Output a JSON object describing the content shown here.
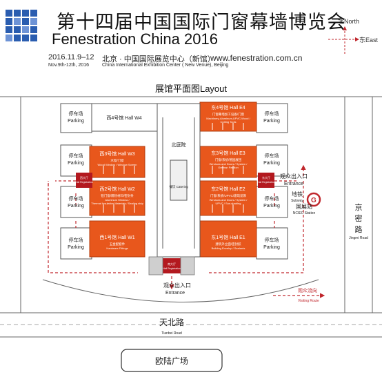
{
  "header": {
    "title_cn": "第十四届中国国际门窗幕墙博览会",
    "title_en": "Fenestration China 2016",
    "date_cn": "2016.11.9–12",
    "date_en": "Nov.9th-12th, 2016",
    "venue_cn": "北京 · 中国国际展览中心（新馆）",
    "venue_en": "China International Exhibition Center ( New Venue), Beijing",
    "website": "www.fenestration.com.cn"
  },
  "compass": {
    "north": "北North",
    "east": "东East"
  },
  "layout_title": "展馆平面图Layout",
  "parking": {
    "cn": "停车场",
    "en": "Parking"
  },
  "halls": {
    "w4": {
      "name": "西4号馆 Hall W4"
    },
    "w3": {
      "name": "西3号馆 Hall W3",
      "cn": "木窗/门窗",
      "en": "Wood Window / Window Screen"
    },
    "w2": {
      "name": "西2号馆 Hall W2",
      "cn": "铝门窗/隔热材料/密封条",
      "en1": "Aluminum Window /",
      "en2": "Thermal Insulation Materials / Sealing strip"
    },
    "w1": {
      "name": "西1号馆 Hall W1",
      "cn": "五金配套件",
      "en": "Hardware Fittings"
    },
    "e4": {
      "name": "东4号馆 Hall E4",
      "cn": "门窗幕墙加工设备/门窗",
      "en1": "Machinery-Aluminum,UPVC,Wood /",
      "en2": "Cutting Tools"
    },
    "e3": {
      "name": "东3号馆 Hall E3",
      "cn": "门窗/系统/德国展团",
      "en1": "Windows and Doors / System /",
      "en2": "German Pavilion"
    },
    "e2": {
      "name": "东2号馆 Hall E2",
      "cn": "门窗/系统/UPVC/建筑遮阳",
      "en1": "Windows and Doors / System /",
      "en2": "UPVC / Sun-shading"
    },
    "e1": {
      "name": "东1号馆 Hall E1",
      "cn": "建筑外立面/密封胶",
      "en": "Building Envelop / Sealants"
    }
  },
  "north_court": "北庭院",
  "catering": "餐饮 Catering",
  "registration": {
    "west": "西大厅",
    "east": "东大厅",
    "south": "南大厅",
    "en": "Hall Registration"
  },
  "entrance_east": {
    "cn": "观众出入口",
    "en": "Entrance"
  },
  "entrance_south": {
    "cn": "观众出入口",
    "en": "Entrance"
  },
  "subway": {
    "cn": "地铁",
    "en": "Subway"
  },
  "station": {
    "cn": "国展站",
    "en": "NCIEC Station"
  },
  "jingmi_road": {
    "cn": "京密路",
    "en": "Jingmi Road"
  },
  "visiting_route": {
    "cn": "观众流向",
    "en": "Visiting Route"
  },
  "tianbei_road": {
    "cn": "天北路",
    "en": "Tianbei Road"
  },
  "oulu_square": "欧陆广场",
  "colors": {
    "hall_orange": "#e8571c",
    "route_red": "#c0272d",
    "registration_red": "#b3191f",
    "logo_blue": "#2a5db0"
  }
}
